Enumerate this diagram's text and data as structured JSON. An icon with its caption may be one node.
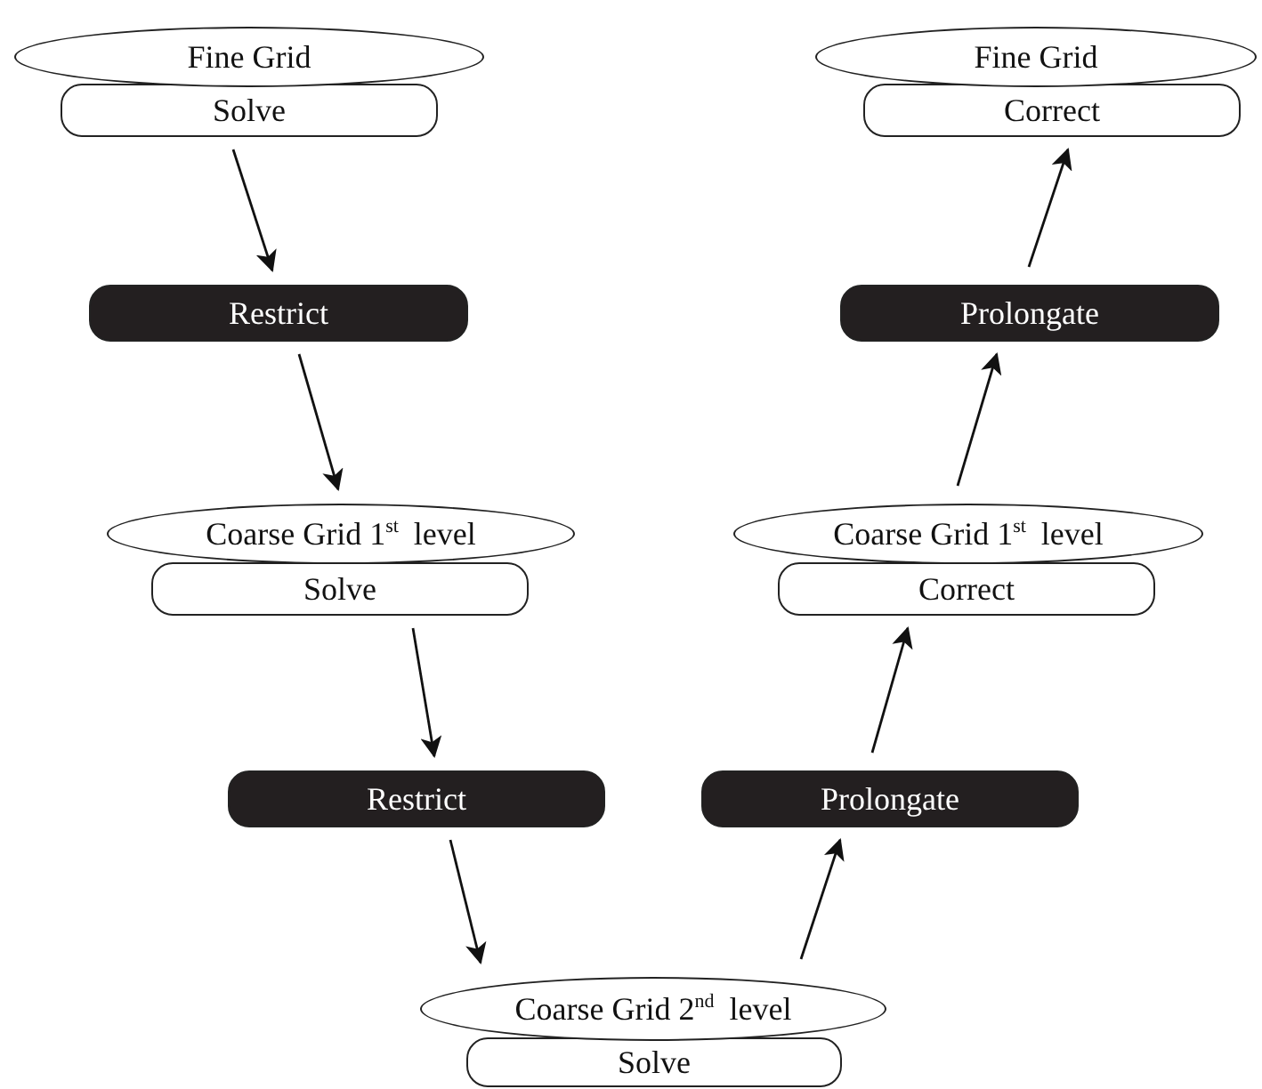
{
  "diagram": {
    "nodes": [
      {
        "text": [
          "Fine Grid"
        ]
      },
      {
        "text": [
          "Solve"
        ]
      },
      {
        "text": [
          "Fine Grid"
        ]
      },
      {
        "text": [
          "Correct"
        ]
      },
      {
        "text": [
          "Restrict"
        ]
      },
      {
        "text": [
          "Prolongate"
        ]
      },
      {
        "text": [
          "Coarse Grid 1$^{st}$ level"
        ]
      },
      {
        "text": [
          "Solve"
        ]
      },
      {
        "text": [
          "Coarse Grid 1$^{st}$ level"
        ]
      },
      {
        "text": [
          "Correct"
        ]
      },
      {
        "text": [
          "Restrict"
        ]
      },
      {
        "text": [
          "Prolongate"
        ]
      },
      {
        "text": [
          "Coarse Grid  2$^{nd}$ level"
        ]
      },
      {
        "text": [
          "Solve"
        ]
      }
    ],
    "edges": [
      {
        "from": 1,
        "to": 4,
        "arrow": "to"
      },
      {
        "from": 4,
        "to": 6,
        "arrow": "to"
      },
      {
        "from": 7,
        "to": 10,
        "arrow": "to"
      },
      {
        "from": 10,
        "to": 12,
        "arrow": "to"
      },
      {
        "from": 12,
        "to": 11,
        "arrow": "to"
      },
      {
        "from": 11,
        "to": 9,
        "arrow": "to"
      },
      {
        "from": 8,
        "to": 5,
        "arrow": "to"
      },
      {
        "from": 5,
        "to": 3,
        "arrow": "to"
      }
    ]
  }
}
